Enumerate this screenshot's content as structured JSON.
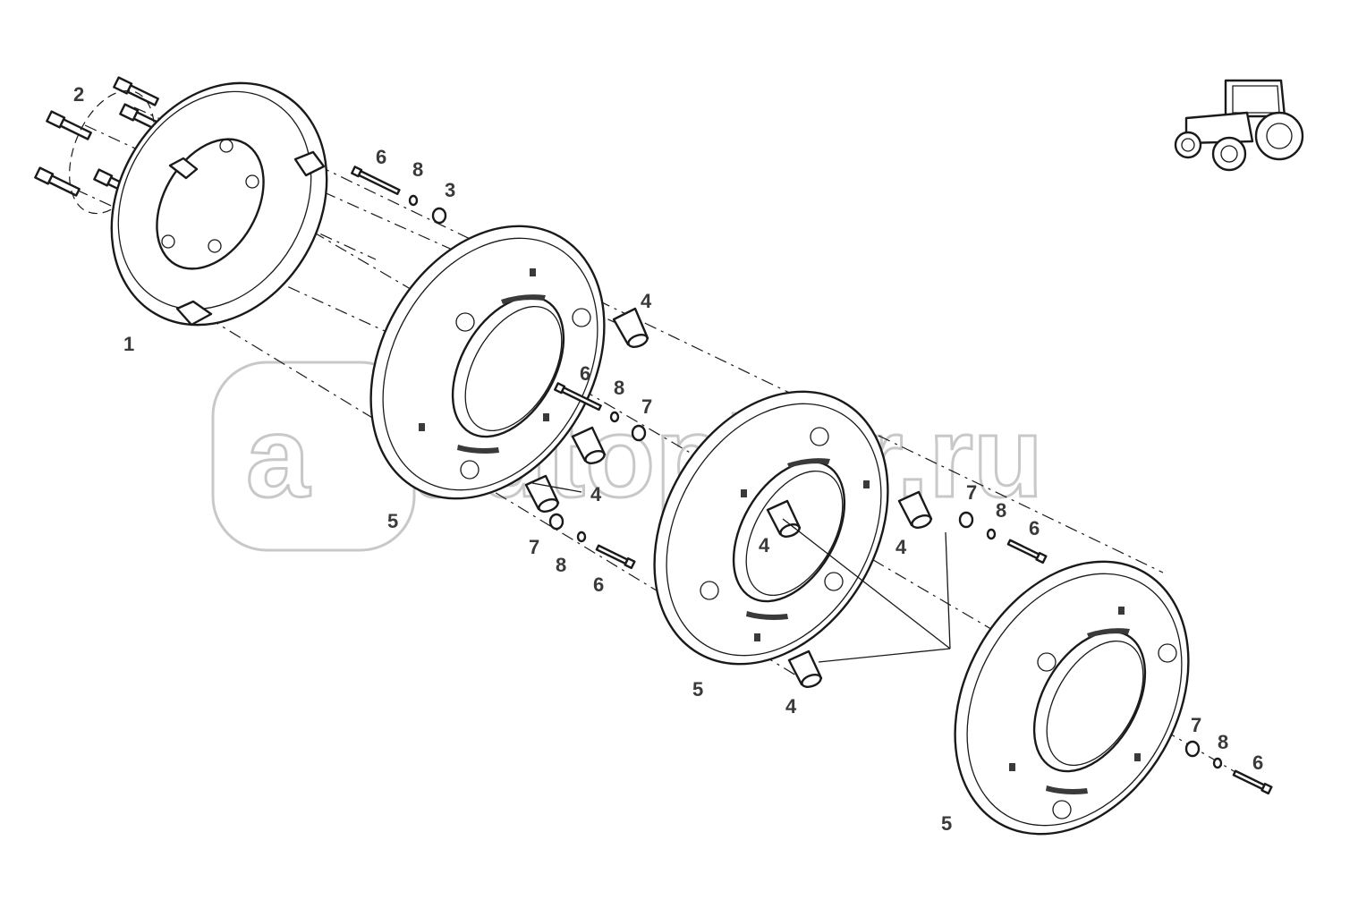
{
  "watermark": "autopiter.ru",
  "callouts": {
    "c1": "1",
    "c2": "2",
    "c3": "3",
    "c4a": "4",
    "c4b": "4",
    "c4c": "4",
    "c4d": "4",
    "c4e": "4",
    "c5a": "5",
    "c5b": "5",
    "c5c": "5",
    "c6a": "6",
    "c6b": "6",
    "c6c": "6",
    "c6d": "6",
    "c6e": "6",
    "c7a": "7",
    "c7b": "7",
    "c7c": "7",
    "c7d": "7",
    "c8a": "8",
    "c8b": "8",
    "c8c": "8",
    "c8d": "8",
    "c8e": "8"
  },
  "icons": {
    "tractor": "tractor-icon"
  }
}
